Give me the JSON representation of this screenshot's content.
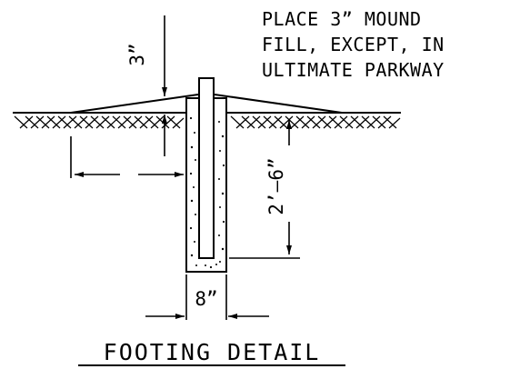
{
  "note": {
    "lines": [
      "PLACE 3” MOUND",
      "FILL, EXCEPT, IN",
      "ULTIMATE PARKWAY"
    ]
  },
  "dimensions": {
    "mound_height": "3”",
    "depth": "2’–6”",
    "width": "8”"
  },
  "title": "FOOTING DETAIL",
  "colors": {
    "ink": "#000000",
    "background": "#ffffff"
  }
}
